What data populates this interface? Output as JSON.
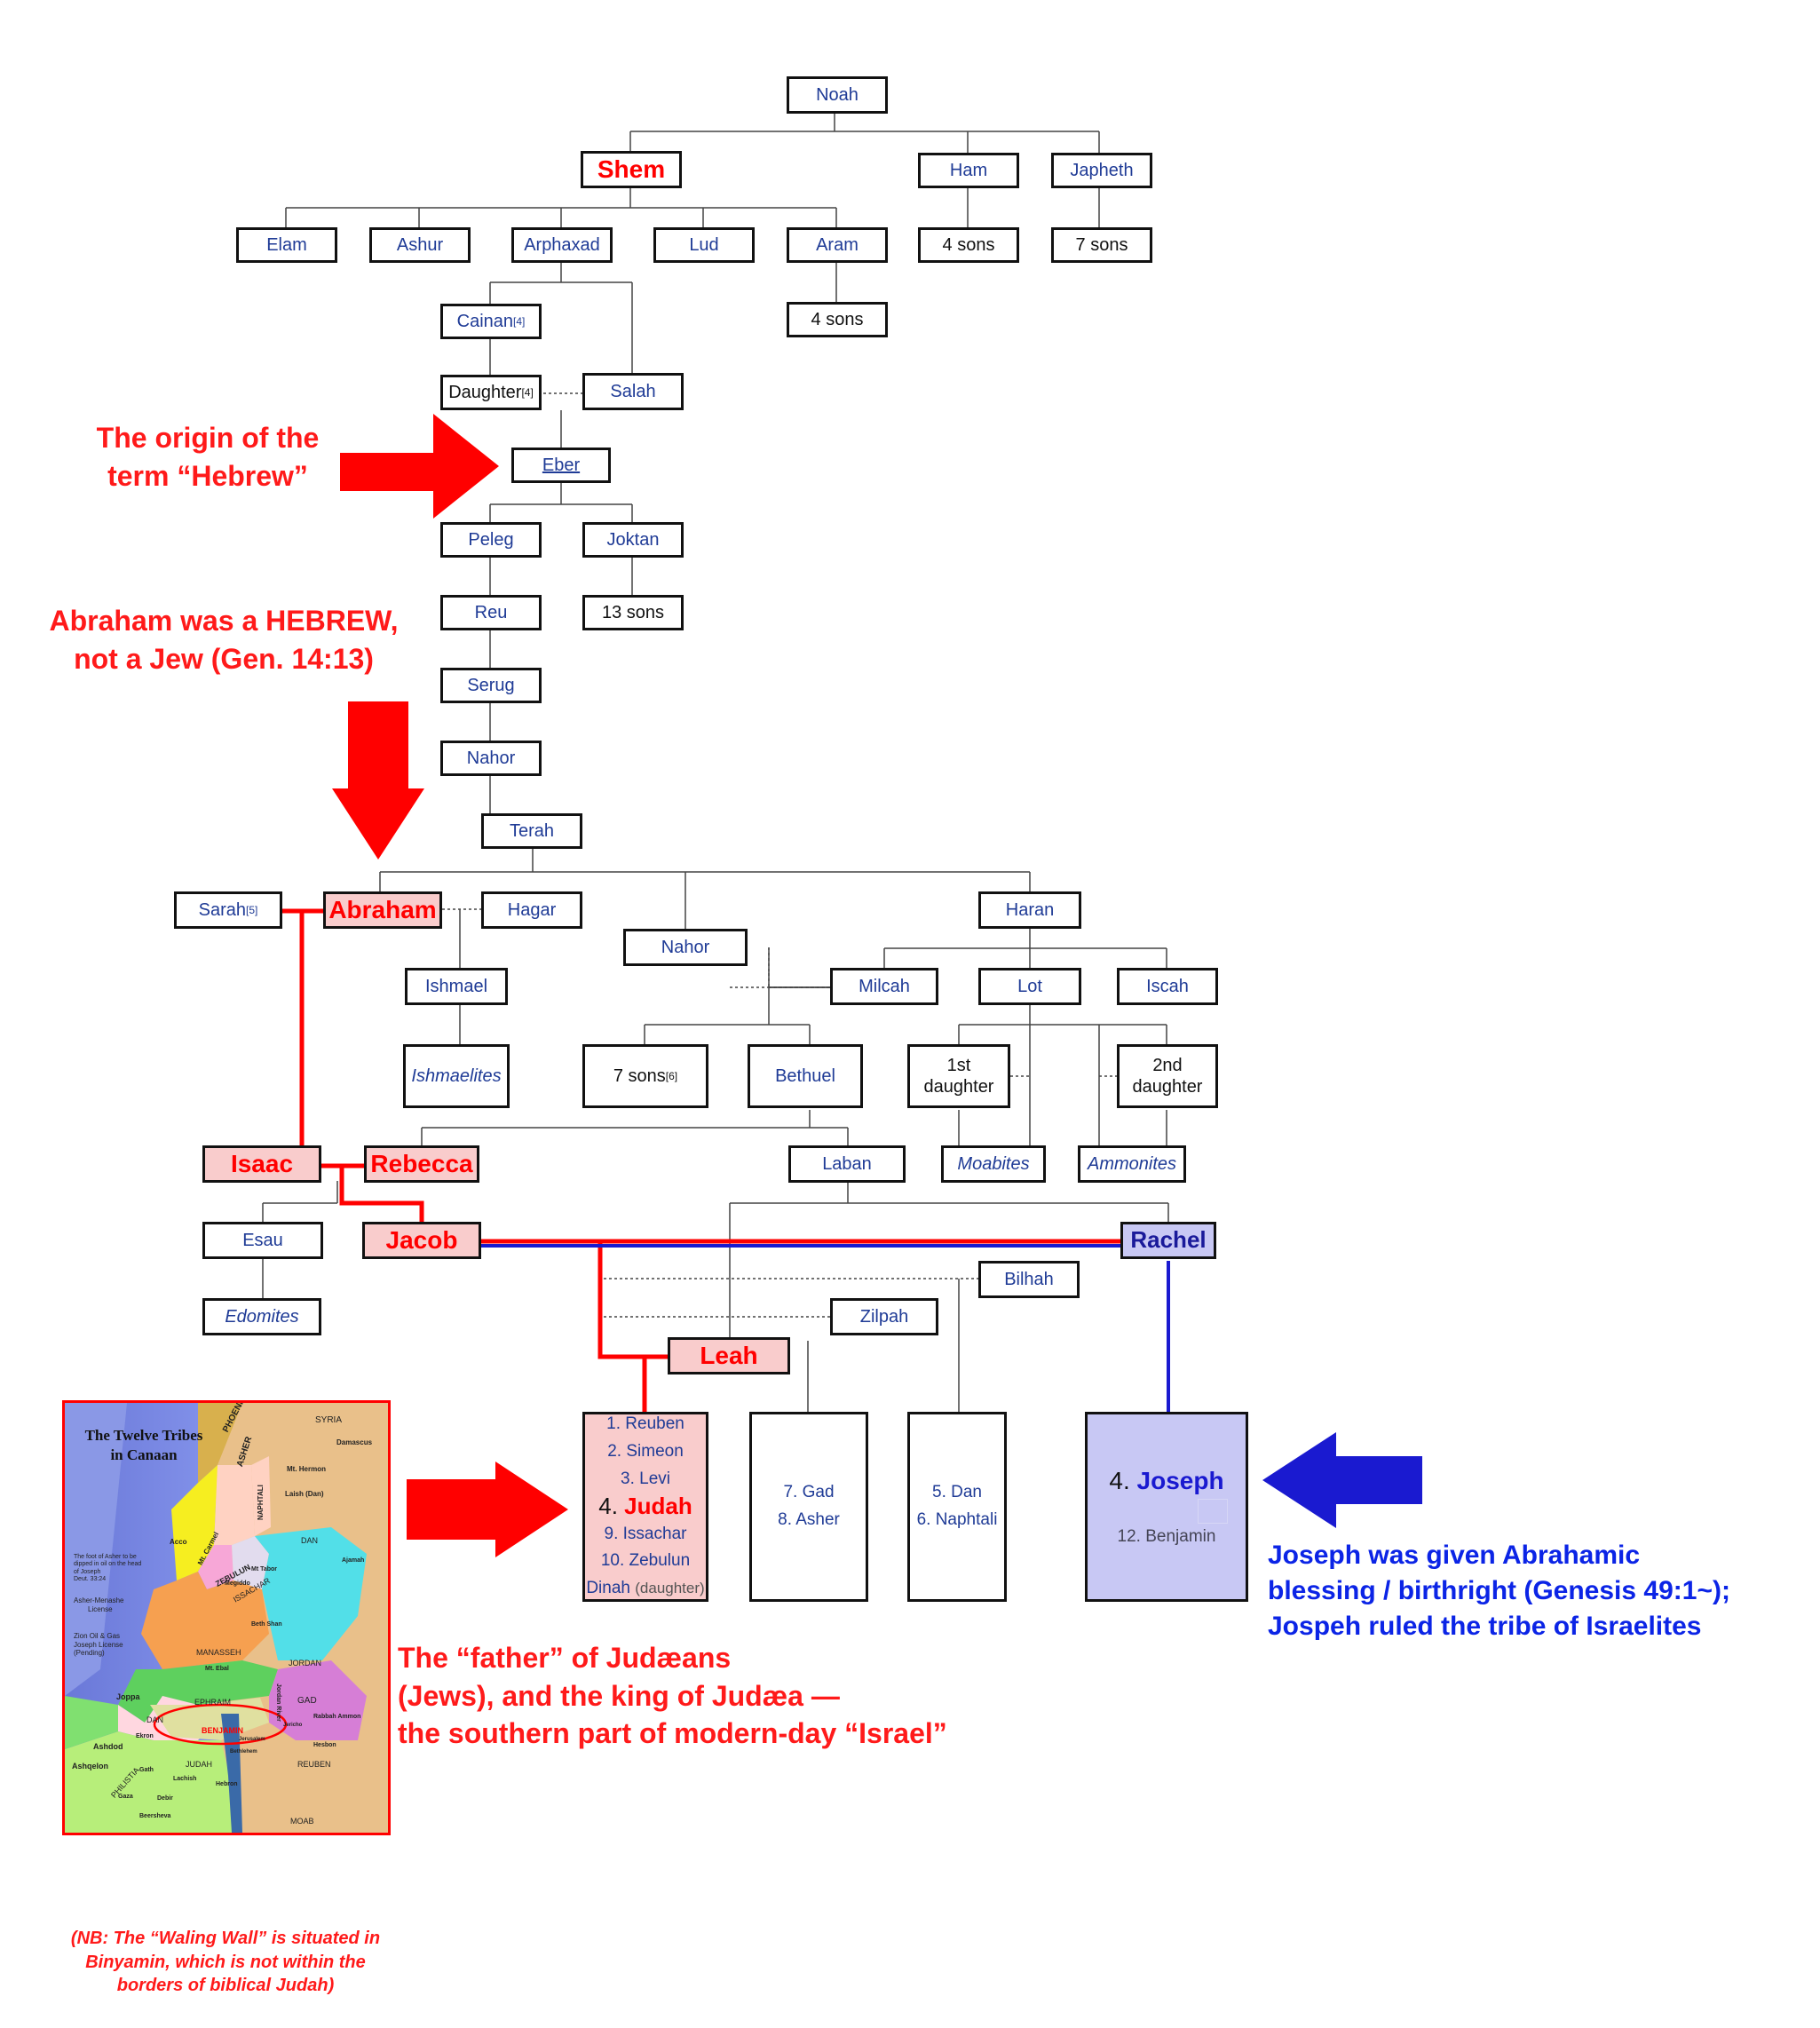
{
  "people": {
    "noah": "Noah",
    "shem": "Shem",
    "ham": "Ham",
    "japheth": "Japheth",
    "elam": "Elam",
    "ashur": "Ashur",
    "arphaxad": "Arphaxad",
    "lud": "Lud",
    "aram": "Aram",
    "ham_sons": "4 sons",
    "japheth_sons": "7 sons",
    "aram_sons": "4 sons",
    "cainan": "Cainan",
    "daughter": "Daughter",
    "salah": "Salah",
    "eber": "Eber",
    "peleg": "Peleg",
    "joktan": "Joktan",
    "reu": "Reu",
    "joktan_sons": "13 sons",
    "serug": "Serug",
    "nahor": "Nahor",
    "terah": "Terah",
    "sarah": "Sarah",
    "abraham": "Abraham",
    "hagar": "Hagar",
    "nahor2": "Nahor",
    "haran": "Haran",
    "ishmael": "Ishmael",
    "milcah": "Milcah",
    "lot": "Lot",
    "iscah": "Iscah",
    "ishmaelites": "Ishmaelites",
    "nahor_sons": "7 sons",
    "bethuel": "Bethuel",
    "first_daughter": "1st daughter",
    "second_daughter": "2nd daughter",
    "isaac": "Isaac",
    "rebecca": "Rebecca",
    "laban": "Laban",
    "moabites": "Moabites",
    "ammonites": "Ammonites",
    "esau": "Esau",
    "jacob": "Jacob",
    "rachel": "Rachel",
    "bilhah": "Bilhah",
    "edomites": "Edomites",
    "zilpah": "Zilpah",
    "leah": "Leah"
  },
  "refs": {
    "r4": "[4]",
    "r5": "[5]",
    "r6": "[6]"
  },
  "tribes": {
    "leah": {
      "t1": "1. Reuben",
      "t2": "2. Simeon",
      "t3": "3. Levi",
      "t4_num": "4.",
      "t4_name": "Judah",
      "t9": "9. Issachar",
      "t10": "10. Zebulun",
      "dinah": "Dinah",
      "dinah_note": "(daughter)"
    },
    "zilpah": {
      "t7": "7. Gad",
      "t8": "8. Asher"
    },
    "bilhah": {
      "t5": "5. Dan",
      "t6": "6. Naphtali"
    },
    "rachel": {
      "joseph_num": "4.",
      "joseph_name": "Joseph",
      "t12": "12. Benjamin"
    }
  },
  "notes": {
    "hebrew_1": "The origin of the",
    "hebrew_2": "term “Hebrew”",
    "abraham_1": "Abraham was a HEBREW,",
    "abraham_2": "not a Jew (Gen. 14:13)",
    "judah_1": "The “father” of Judæans",
    "judah_2": "(Jews), and the king of Judæa —",
    "judah_3": "the southern part of modern-day “Israel”",
    "joseph_1": "Joseph was given Abrahamic",
    "joseph_2": "blessing / birthright (Genesis 49:1~);",
    "joseph_3": "Jospeh ruled the tribe of Israelites",
    "nb_1": "(NB: The “Waling Wall” is situated in",
    "nb_2": "Binyamin, which is not within the",
    "nb_3": "borders of biblical Judah)"
  },
  "map": {
    "title_1": "The Twelve Tribes",
    "title_2": "in Canaan",
    "syria": "SYRIA",
    "damascus": "Damascus",
    "phoenicia": "PHOENICIA",
    "hermon": "Mt. Hermon",
    "laish": "Laish (Dan)",
    "naphtali": "NAPHTALI",
    "asher": "ASHER",
    "dan_n": "DAN",
    "acco": "Acco",
    "carmel": "Mt. Carmel",
    "zebulun": "ZEBULUN",
    "tabor": "Mt Tabor",
    "issachar": "ISSACHAR",
    "megiddo": "Megiddo",
    "ajamah": "Ajamah",
    "foot_1": "The foot of Asher to be",
    "foot_2": "dipped in oil on the head",
    "foot_3": "of Joseph",
    "foot_4": "Deut. 33:24",
    "am_1": "Asher-Menashe",
    "am_2": "License",
    "zion_1": "Zion Oil & Gas",
    "zion_2": "Joseph License",
    "zion_3": "(Pending)",
    "bethshan": "Beth Shan",
    "manasseh": "MANASSEH",
    "jordan": "JORDAN",
    "ebal": "Mt. Ebal",
    "joppa": "Joppa",
    "ephraim": "EPHRAIM",
    "gad": "GAD",
    "jordan_river": "Jordan River",
    "dan_s": "DAN",
    "rabbah": "Rabbah Ammon",
    "benjamin": "BENJAMIN",
    "jericho": "Jericho",
    "jerusalem": "Jerusalem",
    "hesbon": "Hesbon",
    "ashdod": "Ashdod",
    "ekron": "Ekron",
    "bethlehem": "Bethlehem",
    "judah": "JUDAH",
    "reuben": "REUBEN",
    "ashqelon": "Ashqelon",
    "gath": "Gath",
    "lachish": "Lachish",
    "hebron": "Hebron",
    "philistia": "PHILISTIA",
    "gaza": "Gaza",
    "debir": "Debir",
    "beersheva": "Beersheva",
    "moab": "MOAB"
  },
  "colors": {
    "red": "#ff0000",
    "blue": "#1a1ad0",
    "pink_fill": "#f9cccc",
    "lavender_fill": "#c8c8f4",
    "link_blue": "#1f3b96"
  }
}
